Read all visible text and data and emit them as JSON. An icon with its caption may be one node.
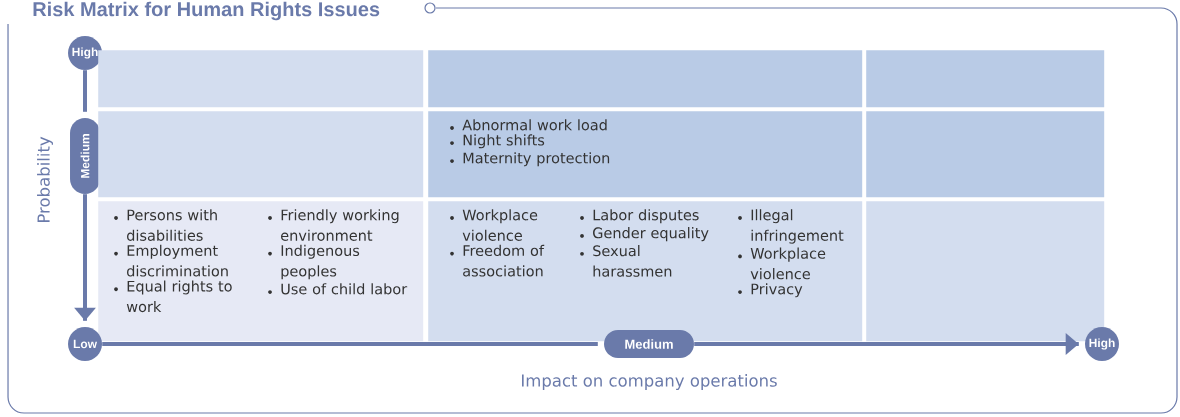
{
  "diagram": {
    "title": "Risk Matrix for Human Rights Issues",
    "nodes": [
      {
        "text": [
          "High"
        ]
      },
      {
        "text": [],
        "shape": "box"
      },
      {
        "text": [],
        "shape": "box"
      },
      {
        "text": [],
        "shape": "box"
      },
      {
        "text": [
          "Medium"
        ]
      },
      {
        "text": [],
        "shape": "box"
      },
      {
        "text": [
          "Abnormal work load",
          "Night shifts",
          "Maternity protection"
        ]
      },
      {
        "text": [],
        "shape": "box"
      },
      {
        "text": [
          "Persons with disabilities",
          "Employment discrimination",
          "Equal rights to work",
          "Friendly working environment",
          "Indigenous peoples",
          "Use of child labor"
        ]
      },
      {
        "text": [
          "Workplace violence",
          "Freedom of association",
          "Labor disputes",
          "Gender equality",
          "Sexual harassmen",
          "Illegal infringement",
          "Workplace violence",
          "Privacy"
        ]
      },
      {
        "text": [],
        "shape": "box"
      },
      {
        "text": [
          "Low"
        ]
      },
      {
        "text": [
          "Medium"
        ]
      },
      {
        "text": [
          "High"
        ]
      }
    ],
    "edges": [
      {
        "from": 0,
        "to": 4,
        "arrow": "none"
      },
      {
        "from": 4,
        "to": 11,
        "arrow": "to"
      },
      {
        "from": 11,
        "to": 12,
        "arrow": "none"
      },
      {
        "from": 12,
        "to": 13,
        "arrow": "to"
      }
    ],
    "labels": [
      "Probability",
      "Impact on company operations"
    ]
  }
}
